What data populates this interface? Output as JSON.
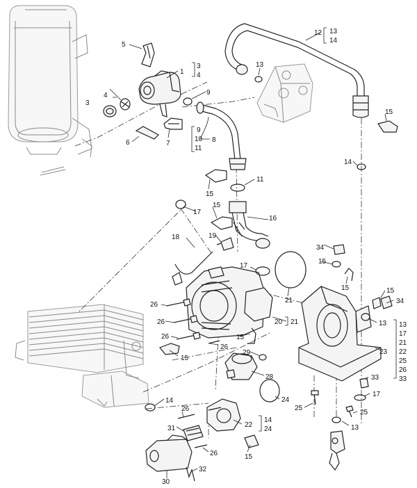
{
  "callouts": [
    {
      "text": "5"
    },
    {
      "text": "1"
    },
    {
      "text": "3"
    },
    {
      "text": "4"
    },
    {
      "text": "3"
    },
    {
      "text": "4"
    },
    {
      "text": "9"
    },
    {
      "text": "6"
    },
    {
      "text": "7"
    },
    {
      "text": "9"
    },
    {
      "text": "10"
    },
    {
      "text": "11"
    },
    {
      "text": "8"
    },
    {
      "text": "12"
    },
    {
      "text": "13"
    },
    {
      "text": "14"
    },
    {
      "text": "13"
    },
    {
      "text": "15"
    },
    {
      "text": "14"
    },
    {
      "text": "11"
    },
    {
      "text": "15"
    },
    {
      "text": "17"
    },
    {
      "text": "15"
    },
    {
      "text": "16"
    },
    {
      "text": "18"
    },
    {
      "text": "19"
    },
    {
      "text": "34"
    },
    {
      "text": "15"
    },
    {
      "text": "17"
    },
    {
      "text": "15"
    },
    {
      "text": "21"
    },
    {
      "text": "15"
    },
    {
      "text": "34"
    },
    {
      "text": "26"
    },
    {
      "text": "13"
    },
    {
      "text": "26"
    },
    {
      "text": "20"
    },
    {
      "text": "21"
    },
    {
      "text": "26"
    },
    {
      "text": "26"
    },
    {
      "text": "15"
    },
    {
      "text": "15"
    },
    {
      "text": "29"
    },
    {
      "text": "28"
    },
    {
      "text": "13"
    },
    {
      "text": "17"
    },
    {
      "text": "21"
    },
    {
      "text": "22"
    },
    {
      "text": "25"
    },
    {
      "text": "26"
    },
    {
      "text": "33"
    },
    {
      "text": "23"
    },
    {
      "text": "33"
    },
    {
      "text": "17"
    },
    {
      "text": "14"
    },
    {
      "text": "24"
    },
    {
      "text": "25"
    },
    {
      "text": "25"
    },
    {
      "text": "26"
    },
    {
      "text": "22"
    },
    {
      "text": "14"
    },
    {
      "text": "24"
    },
    {
      "text": "13"
    },
    {
      "text": "31"
    },
    {
      "text": "26"
    },
    {
      "text": "15"
    },
    {
      "text": "32"
    },
    {
      "text": "30"
    }
  ]
}
